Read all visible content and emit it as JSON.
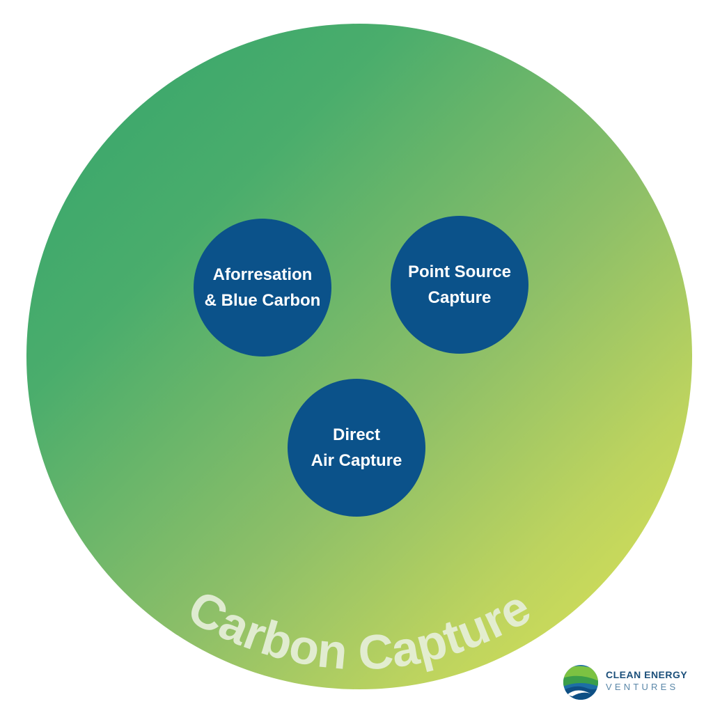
{
  "diagram": {
    "outer_label": "Carbon Capture",
    "colors": {
      "gradient_start": "#33a46c",
      "gradient_end": "#e0e553",
      "node_fill": "#0b528a",
      "node_text": "#ffffff",
      "outer_label": "#e6efd9"
    },
    "nodes": [
      {
        "line1": "Aforresation",
        "line2": "& Blue Carbon"
      },
      {
        "line1": "Point Source",
        "line2": "Capture"
      },
      {
        "line1": "Direct",
        "line2": "Air Capture"
      }
    ]
  },
  "logo": {
    "line1": "CLEAN ENERGY",
    "line2": "VENTURES",
    "icon": "clean-energy-ventures-logo-icon"
  }
}
